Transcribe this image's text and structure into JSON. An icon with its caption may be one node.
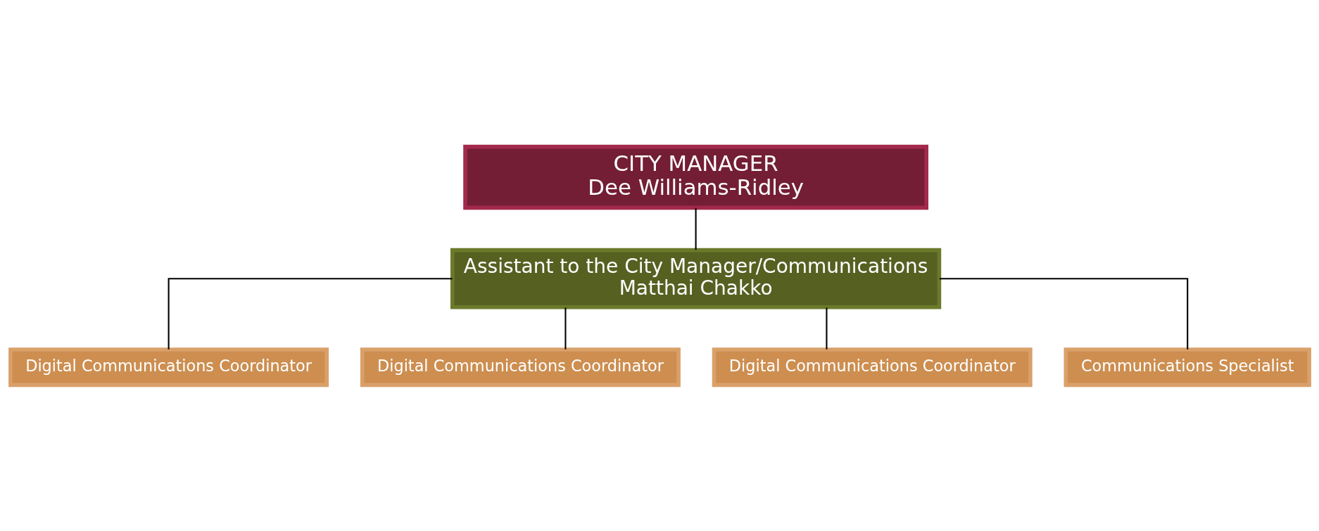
{
  "diagram": {
    "nodes": [
      {
        "text": [
          "CITY MANAGER",
          "Dee Williams-Ridley"
        ]
      },
      {
        "text": [
          "Assistant to the City Manager/Communications",
          "Matthai Chakko"
        ]
      },
      {
        "text": [
          "Digital Communications Coordinator"
        ]
      },
      {
        "text": [
          "Digital Communications Coordinator"
        ]
      },
      {
        "text": [
          "Digital Communications Coordinator"
        ]
      },
      {
        "text": [
          "Communications Specialist"
        ]
      }
    ],
    "edges": [
      {
        "from": 0,
        "to": 1,
        "arrow": "none"
      },
      {
        "from": 1,
        "to": 2,
        "arrow": "none"
      },
      {
        "from": 1,
        "to": 3,
        "arrow": "none"
      },
      {
        "from": 1,
        "to": 4,
        "arrow": "none"
      },
      {
        "from": 1,
        "to": 5,
        "arrow": "none"
      }
    ]
  }
}
